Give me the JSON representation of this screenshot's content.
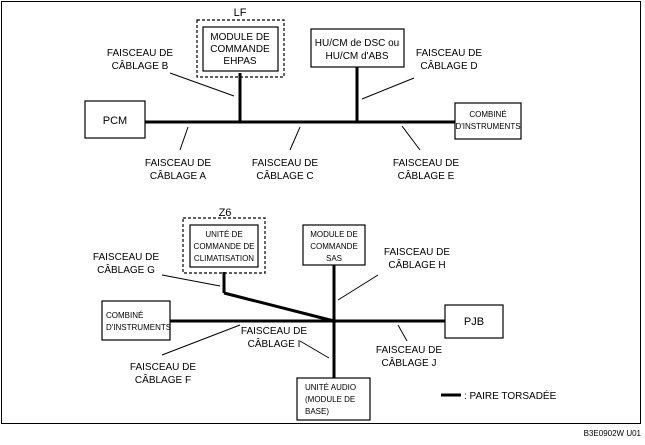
{
  "top": {
    "lf_label": "LF",
    "ehpas": [
      "MODULE DE",
      "COMMANDE",
      "EHPAS"
    ],
    "hucm": [
      "HU/CM de DSC ou",
      "HU/CM d'ABS"
    ],
    "pcm": "PCM",
    "combine": [
      "COMBINÉ",
      "D'INSTRUMENTS"
    ],
    "harness_b": [
      "FAISCEAU DE",
      "CÂBLAGE B"
    ],
    "harness_d": [
      "FAISCEAU DE",
      "CÂBLAGE D"
    ],
    "harness_a": [
      "FAISCEAU DE",
      "CÂBLAGE A"
    ],
    "harness_c": [
      "FAISCEAU DE",
      "CÂBLAGE C"
    ],
    "harness_e": [
      "FAISCEAU DE",
      "CÂBLAGE E"
    ]
  },
  "bottom": {
    "z6_label": "Z6",
    "clim": [
      "UNITÉ DE",
      "COMMANDE DE",
      "CLIMATISATION"
    ],
    "sas": [
      "MODULE DE",
      "COMMANDE",
      "SAS"
    ],
    "combine": [
      "COMBINÉ",
      "D'INSTRUMENTS"
    ],
    "pjb": "PJB",
    "audio": [
      "UNITÉ AUDIO",
      "(MODULE DE",
      "BASE)"
    ],
    "harness_g": [
      "FAISCEAU DE",
      "CÂBLAGE G"
    ],
    "harness_h": [
      "FAISCEAU DE",
      "CÂBLAGE H"
    ],
    "harness_i": [
      "FAISCEAU DE",
      "CÂBLAGE I"
    ],
    "harness_j": [
      "FAISCEAU DE",
      "CÂBLAGE J"
    ],
    "harness_f": [
      "FAISCEAU DE",
      "CÂBLAGE F"
    ]
  },
  "legend": ": PAIRE TORSADÉE",
  "figure_code": "B3E0902W U01"
}
